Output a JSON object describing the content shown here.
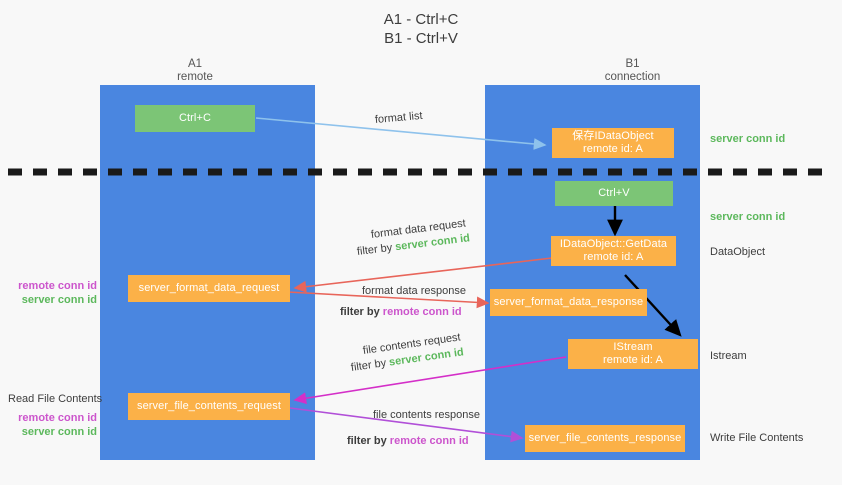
{
  "title": "A1 - Ctrl+C\nB1 - Ctrl+V",
  "colors": {
    "lane": "#4a86e0",
    "green_box": "#7cc576",
    "orange_box": "#fbb148",
    "server_conn_id": "#5cb85c",
    "remote_conn_id": "#cc55cc",
    "arrow_blue": "#8ec2ec",
    "arrow_red": "#e8655a",
    "arrow_magenta": "#d42fc8",
    "arrow_purple": "#b14fd8",
    "arrow_black": "#000000",
    "divider": "#1a1a1a"
  },
  "columns": [
    {
      "name": "A1",
      "sub": "remote",
      "label": "A1\nremote"
    },
    {
      "name": "B1",
      "sub": "connection",
      "label": "B1\nconnection"
    }
  ],
  "boxes": {
    "ctrl_c": {
      "line1": "Ctrl+C",
      "kind": "green"
    },
    "ctrl_v": {
      "line1": "Ctrl+V",
      "kind": "green"
    },
    "save_idataobject": {
      "line1": "保存IDataObject",
      "line2": "remote id: A",
      "kind": "orange"
    },
    "getdata": {
      "line1": "IDataObject::GetData",
      "line2": "remote id: A",
      "kind": "orange"
    },
    "istream": {
      "line1": "IStream",
      "line2": "remote id: A",
      "kind": "orange"
    },
    "server_format_data_request": {
      "line1": "server_format_data_request",
      "kind": "orange"
    },
    "server_format_data_response": {
      "line1": "server_format_data_response",
      "kind": "orange"
    },
    "server_file_contents_request": {
      "line1": "server_file_contents_request",
      "kind": "orange"
    },
    "server_file_contents_response": {
      "line1": "server_file_contents_response",
      "kind": "orange"
    }
  },
  "arrow_labels": {
    "format_list": "format list",
    "format_data_request": "format data request",
    "format_data_request_filter_prefix": "filter by ",
    "format_data_request_filter_value": "server conn id",
    "format_data_response": "format data response",
    "format_data_response_filter_prefix": "filter by ",
    "format_data_response_filter_value": "remote conn id",
    "file_contents_request": "file contents request",
    "file_contents_request_filter_prefix": "filter by ",
    "file_contents_request_filter_value": "server conn id",
    "file_contents_response": "file contents response",
    "file_contents_response_filter_prefix": "filter by ",
    "file_contents_response_filter_value": "remote conn id"
  },
  "right_annotations": [
    {
      "text": "server conn id",
      "kind": "green"
    },
    {
      "text": "server conn id",
      "kind": "green"
    },
    {
      "text": "DataObject",
      "kind": "dark"
    },
    {
      "text": "Istream",
      "kind": "dark"
    },
    {
      "text": "Write File Contents",
      "kind": "dark"
    }
  ],
  "left_annotations": {
    "group1": [
      {
        "text": "remote conn id",
        "kind": "purple"
      },
      {
        "text": "server conn id",
        "kind": "green"
      }
    ],
    "read_file_contents": "Read File Contents",
    "group2": [
      {
        "text": "remote conn id",
        "kind": "purple"
      },
      {
        "text": "server conn id",
        "kind": "green"
      }
    ]
  }
}
